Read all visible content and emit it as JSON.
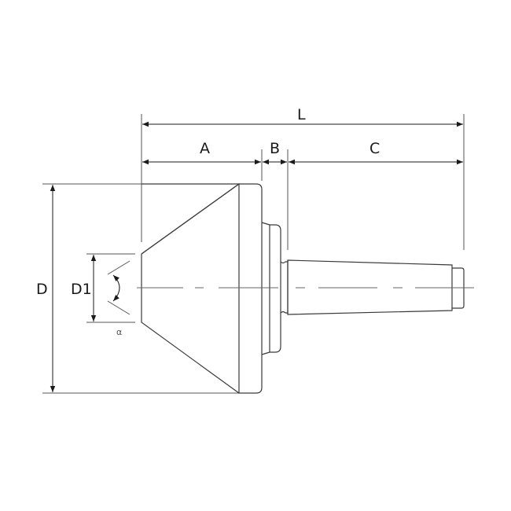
{
  "diagram": {
    "type": "technical-drawing",
    "subject": "live center with interchangeable cone point and morse taper shank",
    "dimensions": {
      "overall_length": "L",
      "cone_length": "A",
      "collar_length": "B",
      "shank_length": "C",
      "outer_diameter": "D",
      "bore_diameter": "D1",
      "angle_symbol": "α"
    },
    "colors": {
      "line": "#1a1a1a",
      "background": "#ffffff"
    }
  }
}
